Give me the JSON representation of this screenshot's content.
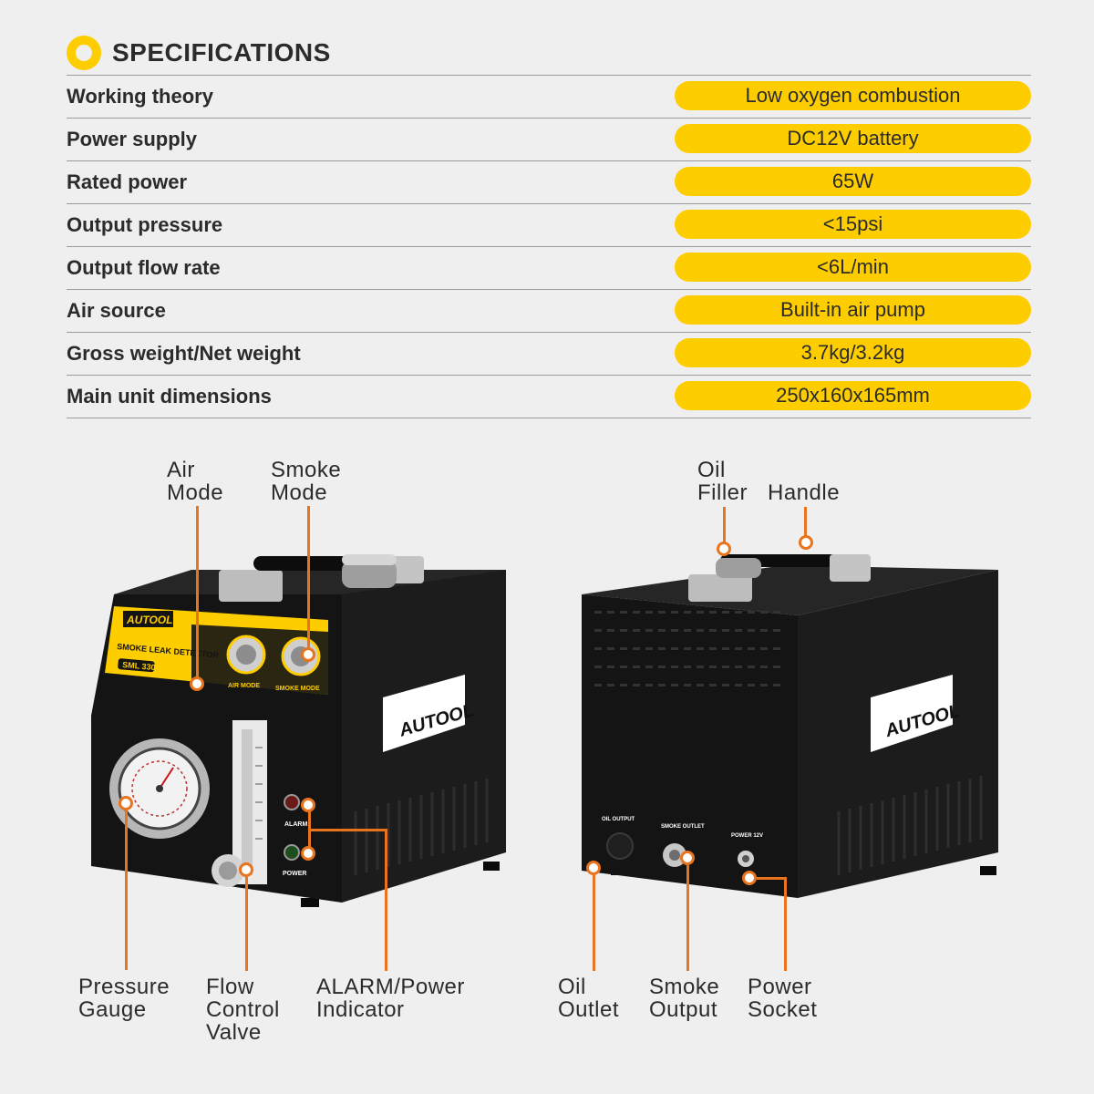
{
  "header": {
    "title": "SPECIFICATIONS"
  },
  "specs": [
    {
      "label": "Working theory",
      "value": "Low oxygen combustion"
    },
    {
      "label": "Power supply",
      "value": "DC12V battery"
    },
    {
      "label": "Rated power",
      "value": "65W"
    },
    {
      "label": "Output pressure",
      "value": "<15psi"
    },
    {
      "label": "Output flow rate",
      "value": "<6L/min"
    },
    {
      "label": "Air source",
      "value": "Built-in air pump"
    },
    {
      "label": "Gross weight/Net weight",
      "value": "3.7kg/3.2kg"
    },
    {
      "label": "Main unit dimensions",
      "value": "250x160x165mm"
    }
  ],
  "front_device": {
    "brand_badge": "AUTOOL",
    "panel_title": "SMOKE LEAK DETECTOR",
    "model": "SML 330",
    "air_mode_label": "AIR MODE",
    "smoke_mode_label": "SMOKE MODE",
    "alarm_label": "ALARM",
    "power_label": "POWER",
    "side_logo": "AUTOOL",
    "callouts": {
      "air_mode": [
        "Air",
        "Mode"
      ],
      "smoke_mode": [
        "Smoke",
        "Mode"
      ],
      "pressure_gauge": [
        "Pressure",
        "Gauge"
      ],
      "flow_control_valve": [
        "Flow",
        "Control",
        "Valve"
      ],
      "alarm_power_indicator": [
        "ALARM/Power",
        "Indicator"
      ]
    }
  },
  "back_device": {
    "oil_output_label": "OIL OUTPUT",
    "smoke_outlet_label": "SMOKE OUTLET",
    "power_label": "POWER 12V",
    "side_logo": "AUTOOL",
    "callouts": {
      "oil_filler": [
        "Oil",
        "Filler"
      ],
      "handle": [
        "Handle"
      ],
      "oil_outlet": [
        "Oil",
        "Outlet"
      ],
      "smoke_output": [
        "Smoke",
        "Output"
      ],
      "power_socket": [
        "Power",
        "Socket"
      ]
    }
  },
  "colors": {
    "accent_yellow": "#fecd00",
    "callout_orange": "#e8741e",
    "device_black": "#151515"
  }
}
